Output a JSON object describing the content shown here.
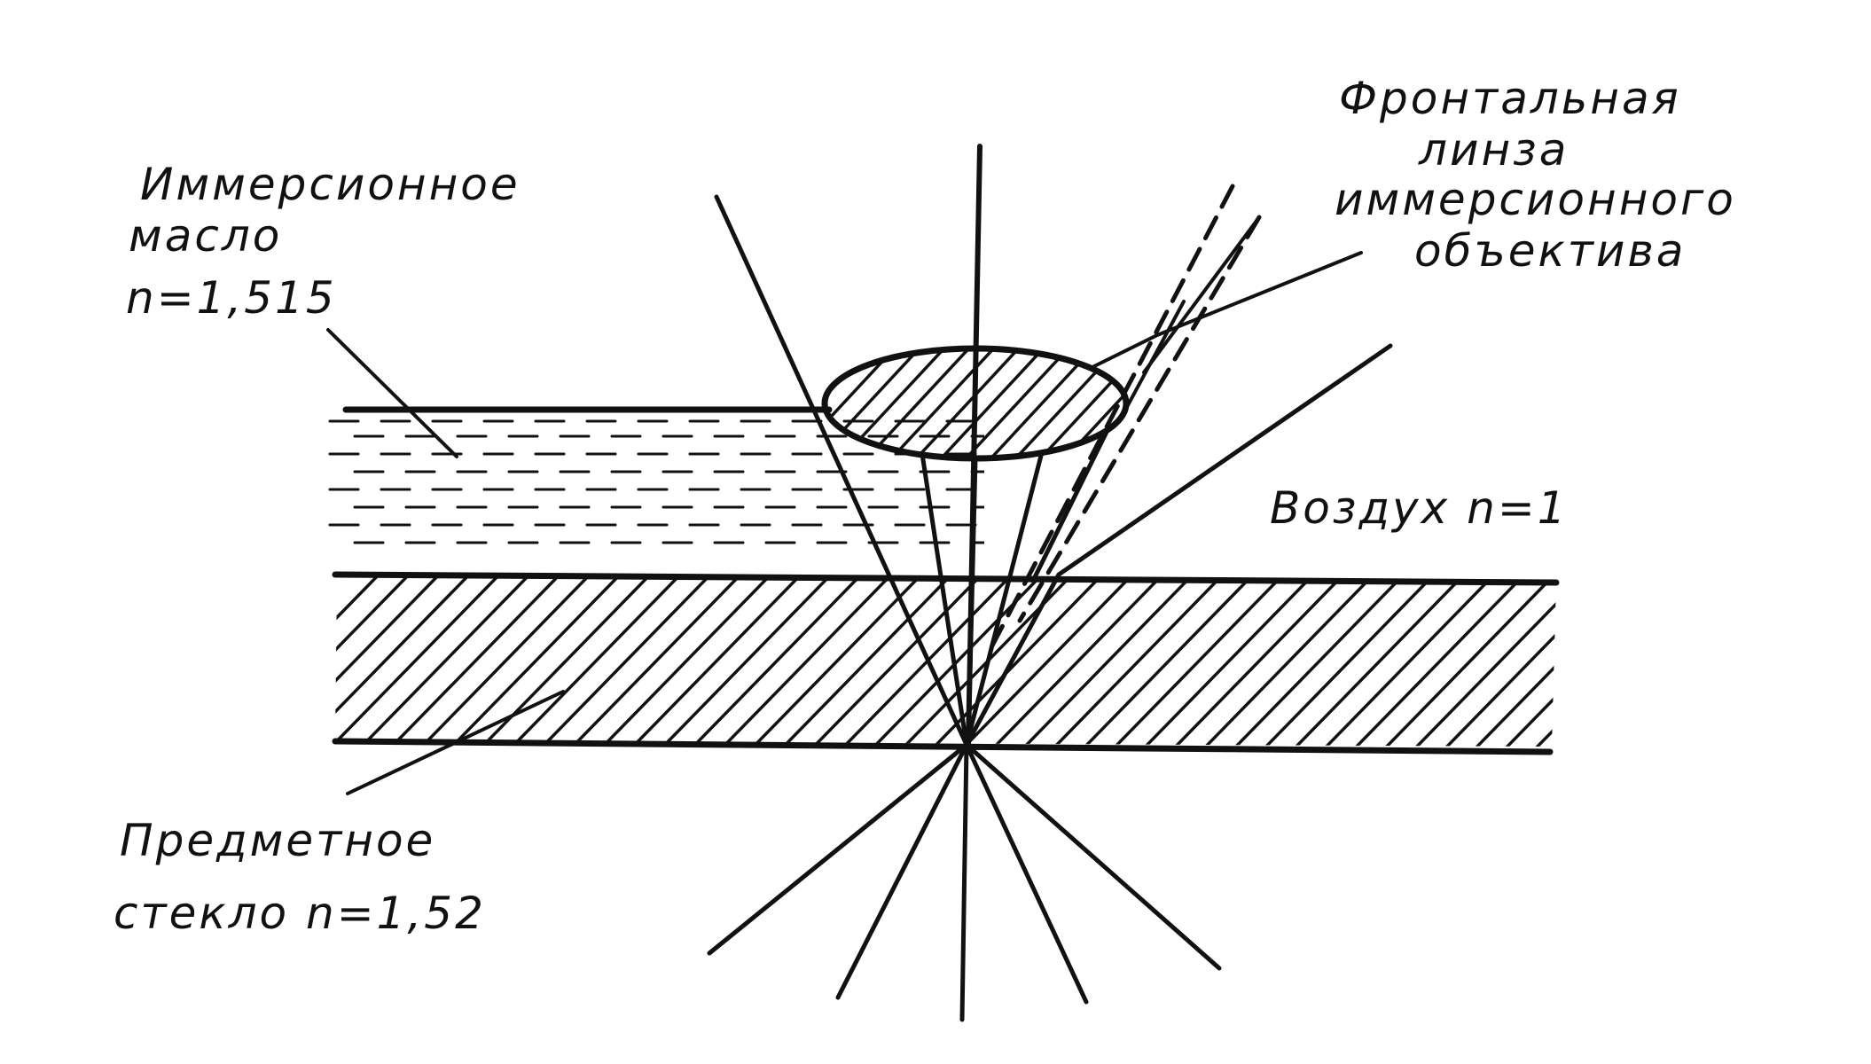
{
  "labels": {
    "immersion_oil": [
      "Иммерсионное",
      "масло",
      "n=1,515"
    ],
    "front_lens": [
      "Фронтальная",
      "линза",
      "иммерсионного",
      "объектива"
    ],
    "air": "Воздух n=1",
    "slide": [
      "Предметное",
      "стекло n=1,52"
    ]
  },
  "colors": {
    "ink": "#111111",
    "background": "#ffffff"
  }
}
